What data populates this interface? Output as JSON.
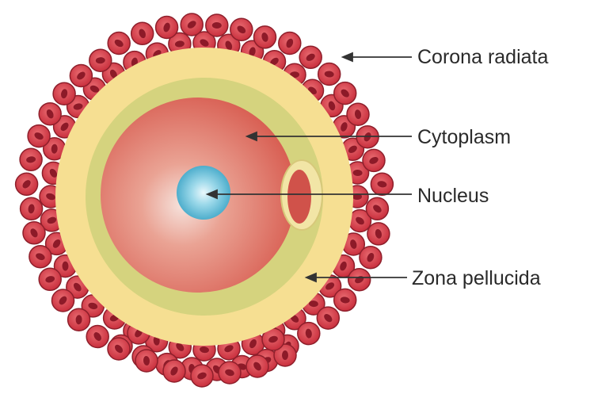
{
  "labels": {
    "corona_radiata": "Corona radiata",
    "cytoplasm": "Cytoplasm",
    "nucleus": "Nucleus",
    "zona_pellucida": "Zona pellucida"
  },
  "colors": {
    "cell_fill": "#d9434e",
    "cell_stroke": "#8e1f2b",
    "cell_nucleus": "#8d1a28",
    "zona_outer": "#f5de8f",
    "zona_inner_ring": "#d7d47c",
    "cytoplasm": "#dd6d5c",
    "nucleus": "#5bbbd6",
    "pointer_line": "#333333"
  }
}
